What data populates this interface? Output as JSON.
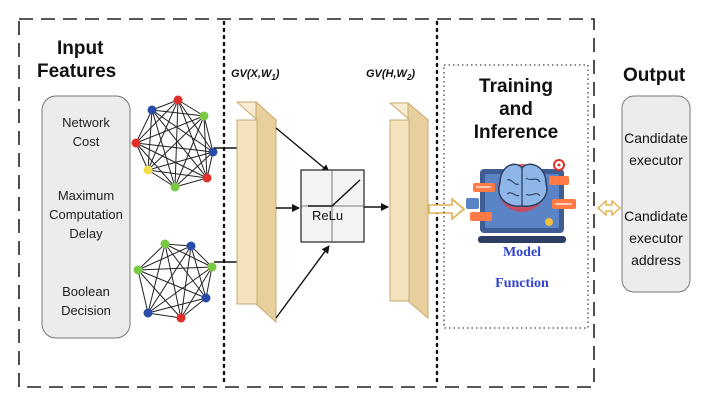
{
  "input_section": {
    "title_line1": "Input",
    "title_line2": "Features",
    "features": [
      "Network Cost",
      "Maximum Computation Delay",
      "Boolean Decision"
    ],
    "feature_lines": {
      "f1a": "Network",
      "f1b": "Cost",
      "f2a": "Maximum",
      "f2b": "Computation",
      "f2c": "Delay",
      "f3a": "Boolean",
      "f3b": "Decision"
    }
  },
  "gcn": {
    "layer1": {
      "prefix": "GV(X,W",
      "sub": "1",
      "suffix": ")"
    },
    "layer2": {
      "prefix": "GV(H,W",
      "sub": "2",
      "suffix": ")"
    },
    "activation": "ReLu"
  },
  "training": {
    "title_line1": "Training",
    "title_line2": "and",
    "title_line3": "Inference",
    "model_label": "Model",
    "function_label": "Function"
  },
  "output_section": {
    "title": "Output",
    "items": [
      "Candidate executor",
      "Candidate executor address"
    ],
    "lines": {
      "o1a": "Candidate",
      "o1b": "executor",
      "o2a": "Candidate",
      "o2b": "executor",
      "o2c": "address"
    }
  },
  "colors": {
    "background": "#ffffff",
    "layer_fill": "#f5e3c0",
    "layer_stroke": "#c8aa6e",
    "feature_box": "#ececec",
    "output_box": "#ececec",
    "arrow_hollow": "#e0b050",
    "node_blue": "#2a4ca8",
    "node_red": "#e0302a",
    "node_green": "#7ac943",
    "node_yellow": "#f0e050",
    "model_text": "#3344cc"
  }
}
